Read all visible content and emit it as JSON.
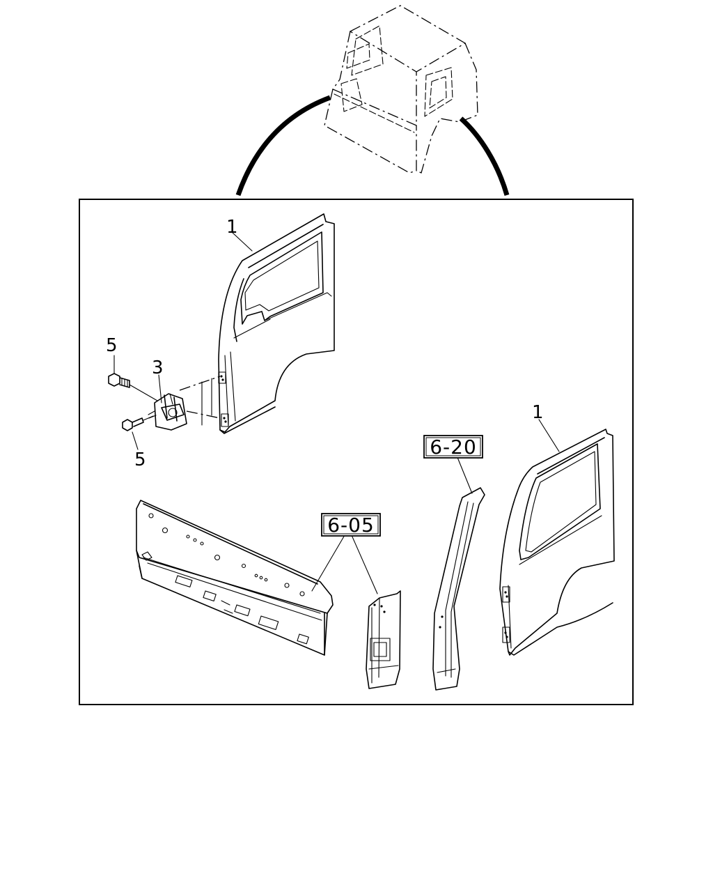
{
  "callouts": {
    "door_left": "1",
    "door_right": "1",
    "hinge": "3",
    "bolt_upper": "5",
    "bolt_lower": "5"
  },
  "references": {
    "panel_ref": "6-05",
    "pillar_ref": "6-20"
  },
  "colors": {
    "ink": "#000000",
    "paper": "#ffffff"
  }
}
